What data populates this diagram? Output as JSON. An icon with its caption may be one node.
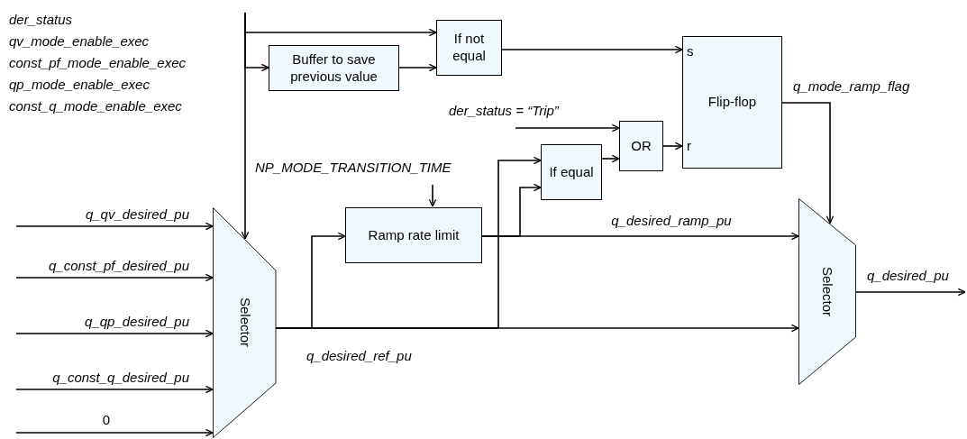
{
  "diagram": {
    "nodes": [
      {
        "text": [
          "Selector"
        ]
      },
      {
        "text": [
          "Buffer to save previous value"
        ]
      },
      {
        "text": [
          "If not equal"
        ]
      },
      {
        "text": [
          "s",
          "Flip-flop",
          "r"
        ]
      },
      {
        "text": [
          "OR"
        ]
      },
      {
        "text": [
          "If equal"
        ]
      },
      {
        "text": [
          "Ramp rate limit"
        ]
      },
      {
        "text": [
          "Selector"
        ]
      }
    ],
    "edges": [
      {
        "from": null,
        "to": 0,
        "arrow": "to",
        "label": "q_qv_desired_pu"
      },
      {
        "from": null,
        "to": 0,
        "arrow": "to",
        "label": "q_const_pf_desired_pu"
      },
      {
        "from": null,
        "to": 0,
        "arrow": "to",
        "label": "q_qp_desired_pu"
      },
      {
        "from": null,
        "to": 0,
        "arrow": "to",
        "label": "q_const_q_desired_pu"
      },
      {
        "from": null,
        "to": 0,
        "arrow": "to",
        "label": "0"
      },
      {
        "from": null,
        "to": 0,
        "arrow": "to"
      },
      {
        "from": null,
        "to": 2,
        "arrow": "to"
      },
      {
        "from": null,
        "to": 1,
        "arrow": "to"
      },
      {
        "from": 1,
        "to": 2,
        "arrow": "to"
      },
      {
        "from": 2,
        "to": 3,
        "arrow": "to"
      },
      {
        "from": null,
        "to": 4,
        "arrow": "to",
        "label": "der_status = “Trip”"
      },
      {
        "from": 5,
        "to": 4,
        "arrow": "to"
      },
      {
        "from": 4,
        "to": 3,
        "arrow": "to"
      },
      {
        "from": 3,
        "to": 7,
        "arrow": "to",
        "label": "q_mode_ramp_flag"
      },
      {
        "from": null,
        "to": 6,
        "arrow": "to",
        "label": "NP_MODE_TRANSITION_TIME"
      },
      {
        "from": 0,
        "to": 6,
        "arrow": "to"
      },
      {
        "from": 0,
        "to": 5,
        "arrow": "to"
      },
      {
        "from": 6,
        "to": 5,
        "arrow": "to"
      },
      {
        "from": 6,
        "to": 7,
        "arrow": "to",
        "label": "q_desired_ramp_pu"
      },
      {
        "from": 0,
        "to": 7,
        "arrow": "to",
        "label": "q_desired_ref_pu"
      },
      {
        "from": 7,
        "to": null,
        "arrow": "to",
        "label": "q_desired_pu"
      }
    ],
    "labels": [
      "der_status",
      "qv_mode_enable_exec",
      "const_pf_mode_enable_exec",
      "qp_mode_enable_exec",
      "const_q_mode_enable_exec"
    ]
  }
}
